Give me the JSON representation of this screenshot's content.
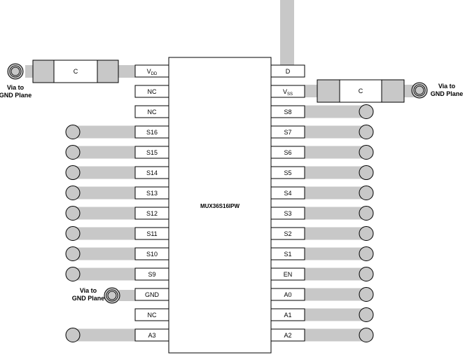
{
  "colors": {
    "trace": "#c8c8c8",
    "outline": "#000000",
    "fill": "#ffffff"
  },
  "chip": {
    "part_number": "MUX36S16IPW"
  },
  "pins_left": [
    {
      "name": "V",
      "sub": "DD"
    },
    {
      "name": "NC"
    },
    {
      "name": "NC"
    },
    {
      "name": "S16"
    },
    {
      "name": "S15"
    },
    {
      "name": "S14"
    },
    {
      "name": "S13"
    },
    {
      "name": "S12"
    },
    {
      "name": "S11"
    },
    {
      "name": "S10"
    },
    {
      "name": "S9"
    },
    {
      "name": "GND"
    },
    {
      "name": "NC"
    },
    {
      "name": "A3"
    }
  ],
  "pins_right": [
    {
      "name": "D"
    },
    {
      "name": "V",
      "sub": "SS"
    },
    {
      "name": "S8"
    },
    {
      "name": "S7"
    },
    {
      "name": "S6"
    },
    {
      "name": "S5"
    },
    {
      "name": "S4"
    },
    {
      "name": "S3"
    },
    {
      "name": "S2"
    },
    {
      "name": "S1"
    },
    {
      "name": "EN"
    },
    {
      "name": "A0"
    },
    {
      "name": "A1"
    },
    {
      "name": "A2"
    }
  ],
  "capacitors": {
    "vdd_label": "C",
    "vss_label": "C"
  },
  "vias": {
    "vdd": {
      "line1": "Via to",
      "line2": "GND Plane"
    },
    "vss": {
      "line1": "Via to",
      "line2": "GND Plane"
    },
    "gnd": {
      "line1": "Via to",
      "line2": "GND Plane"
    }
  },
  "traces": {
    "left_pins_with_pad": [
      "S16",
      "S15",
      "S14",
      "S13",
      "S12",
      "S11",
      "S10",
      "S9",
      "A3"
    ],
    "right_pins_with_pad": [
      "S8",
      "S7",
      "S6",
      "S5",
      "S4",
      "S3",
      "S2",
      "S1",
      "EN",
      "A0",
      "A1",
      "A2"
    ]
  }
}
